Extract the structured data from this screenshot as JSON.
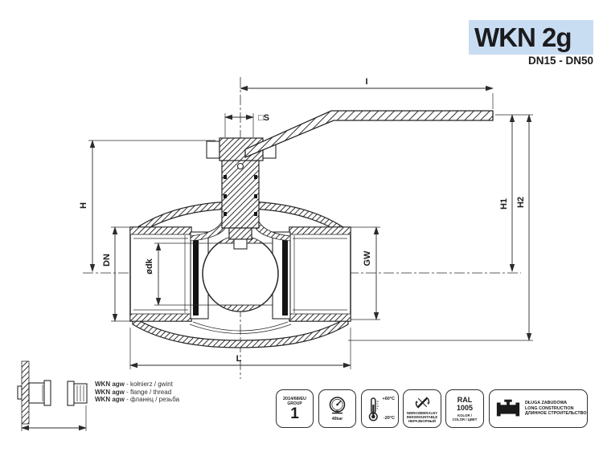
{
  "title": {
    "model": "WKN 2g",
    "range": "DN15 - DN50",
    "band_color": "#c9ddf2"
  },
  "drawing": {
    "labels": {
      "i": "I",
      "s": "□S",
      "h": "H",
      "h1": "H1",
      "h2": "H2",
      "dn": "DN",
      "dk": "ødk",
      "gw": "GW",
      "l": "L"
    }
  },
  "variants": {
    "lines": [
      {
        "name": "WKN agw",
        "desc": " - kołnierz / gwint"
      },
      {
        "name": "WKN agw",
        "desc": " - flange / thread"
      },
      {
        "name": "WKN agw",
        "desc": " - фланец / резьба"
      }
    ]
  },
  "badges": {
    "group": {
      "line1": "2014/68/EU",
      "line2": "GROUP",
      "value": "1"
    },
    "pressure": {
      "value": "40bar"
    },
    "temperature": {
      "max": "+60°C",
      "min": "-20°C"
    },
    "nondismountable": {
      "line1": "NIEROZBIERALNY",
      "line2": "INDISMOUNTABLE",
      "line3": "НЕРАЗБОРНЫЙ"
    },
    "color": {
      "line1": "RAL",
      "line2": "1005",
      "line3": "KOLOR /",
      "line4": "COLOR / ЦВЕТ"
    },
    "construction": {
      "line1": "DŁUGA ZABUDOWA",
      "line2": "LONG CONSTRUCTION",
      "line3": "ДЛИННОЕ СТРОИТЕЛЬСТВО"
    }
  },
  "colors": {
    "line": "#2b2b2b",
    "text": "#1c1c1e",
    "accent_band": "#c9ddf2"
  }
}
